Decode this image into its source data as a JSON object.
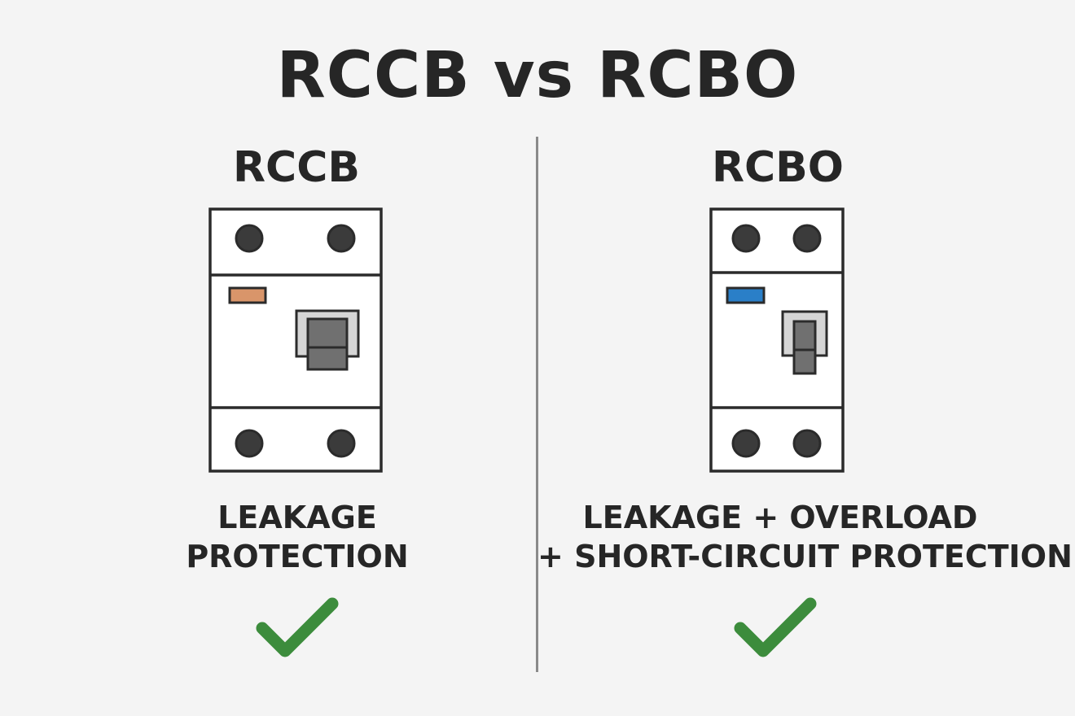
{
  "title": "RCCB vs RCBO",
  "colors": {
    "background": "#f4f4f4",
    "text": "#262626",
    "outline": "#2b2b2b",
    "terminal": "#3b3b3b",
    "divider": "#8a8a8a",
    "check": "#3c8c3c",
    "rccb_indicator": "#d9956a",
    "rcbo_indicator": "#2a7fc8",
    "switch_frame": "#d5d5d5",
    "switch_lever": "#707070"
  },
  "columns": [
    {
      "label": "RCCB",
      "description_lines": [
        "LEAKAGE",
        "PROTECTION"
      ],
      "icon": "rccb-breaker-icon",
      "check_icon": "check-mark-icon"
    },
    {
      "label": "RCBO",
      "description_lines": [
        "LEAKAGE + OVERLOAD",
        "+ SHORT-CIRCUIT PROTECTION"
      ],
      "icon": "rcbo-breaker-icon",
      "check_icon": "check-mark-icon"
    }
  ]
}
